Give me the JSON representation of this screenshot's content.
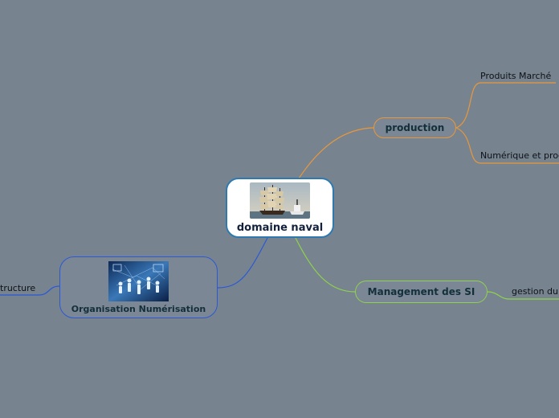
{
  "central": {
    "label": "domaine naval"
  },
  "branches": {
    "production": {
      "label": "production",
      "children": [
        "Produits Marché",
        "Numérique et proc"
      ]
    },
    "management": {
      "label": "Management des SI",
      "children": [
        "gestion du"
      ]
    },
    "organisation": {
      "label": "Organisation Numérisation",
      "children": [
        "tructure"
      ]
    }
  },
  "colors": {
    "background": "#778490",
    "production": "#e9973a",
    "management": "#8fd34a",
    "organisation": "#2a58d6"
  }
}
